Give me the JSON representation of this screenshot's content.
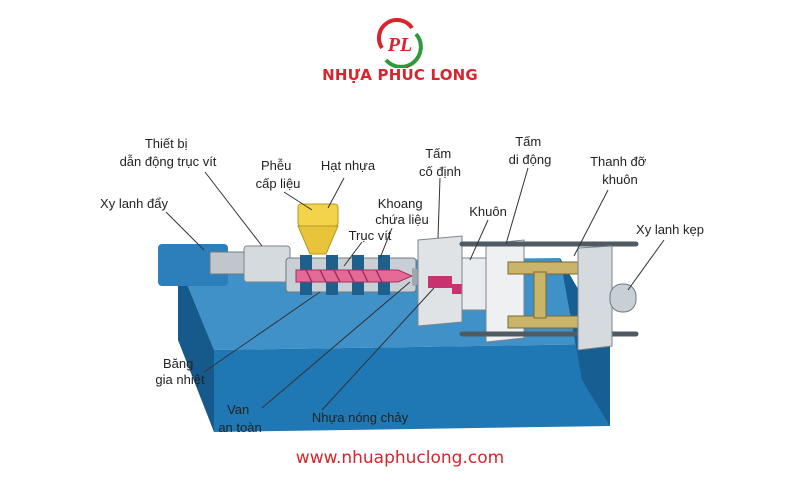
{
  "brand": {
    "name": "NHỰA PHÚC LONG",
    "logo_letters": "PL",
    "website": "www.nhuaphuclong.com"
  },
  "colors": {
    "brand_red": "#d8242c",
    "brand_green": "#2e9a3c",
    "machine_blue": "#1f78b4",
    "machine_blue_dark": "#155a8a",
    "mold_gold": "#c9b46a",
    "melt_pink": "#c8326e"
  },
  "labels": {
    "drive_device": [
      "Thiết bị",
      "dẫn động trục vít"
    ],
    "hopper": [
      "Phễu",
      "cấp liệu"
    ],
    "pellets": [
      "Hạt nhựa"
    ],
    "fixed_plate": [
      "Tấm",
      "cố định"
    ],
    "moving_plate": [
      "Tấm",
      "di động"
    ],
    "tie_bar": [
      "Thanh đỡ",
      "khuôn"
    ],
    "push_cylinder": [
      "Xy lanh đẩy"
    ],
    "barrel": [
      "Khoang",
      "chứa liệu"
    ],
    "mold": [
      "Khuôn"
    ],
    "screw": [
      "Trục vít"
    ],
    "clamp_cylinder": [
      "Xy lanh kẹp"
    ],
    "heater_band": [
      "Băng",
      "gia nhiệt"
    ],
    "safety_valve": [
      "Van",
      "an toàn"
    ],
    "molten_plastic": [
      "Nhựa nóng chảy"
    ]
  }
}
